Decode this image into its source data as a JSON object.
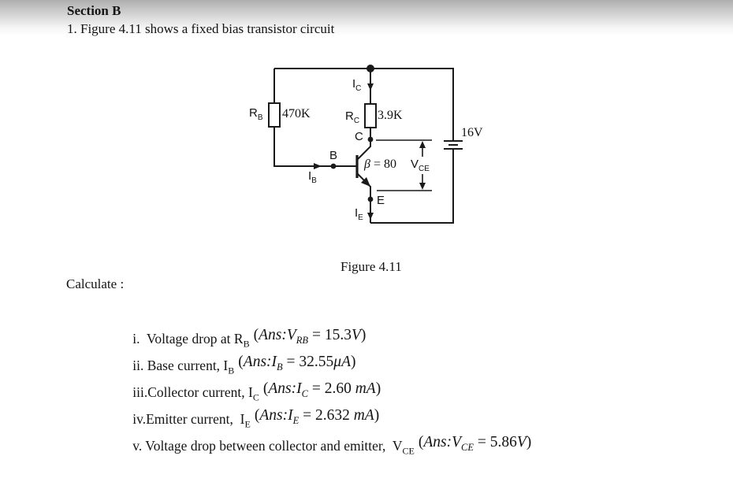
{
  "header": {
    "section": "Section B",
    "question": "1. Figure 4.11 shows a fixed bias transistor circuit"
  },
  "figure": {
    "caption": "Figure 4.11",
    "labels": {
      "rb": {
        "base": "R",
        "sub": "B"
      },
      "rb_value": "470K",
      "rc": {
        "base": "R",
        "sub": "C"
      },
      "rc_value": "3.9K",
      "ic": {
        "base": "I",
        "sub": "C"
      },
      "ib": {
        "base": "I",
        "sub": "B"
      },
      "ie": {
        "base": "I",
        "sub": "E"
      },
      "b": "B",
      "c": "C",
      "e": "E",
      "beta": {
        "symbol": "β",
        "rest": " = 80"
      },
      "vce": {
        "base": "V",
        "sub": "CE"
      },
      "supply": "16V"
    }
  },
  "calculate_label": "Calculate :",
  "ans_common": {
    "open": "(",
    "label": "Ans:",
    "eq": " = ",
    "close": ")"
  },
  "items": [
    {
      "num": "i.",
      "text": "  Voltage drop at R",
      "text_sub": "B",
      "ans": {
        "var": "V",
        "sub": "RB",
        "value": "15.3",
        "unit": "V"
      }
    },
    {
      "num": "ii.",
      "text": " Base current, I",
      "text_sub": "B",
      "ans": {
        "var": "I",
        "sub": "B",
        "value": "32.55",
        "unit": "μA"
      }
    },
    {
      "num": "iii.",
      "text": "Collector current, I",
      "text_sub": "C",
      "ans": {
        "var": "I",
        "sub": "C",
        "value": "2.60",
        "unit": " mA"
      }
    },
    {
      "num": "iv.",
      "text": "Emitter current,  I",
      "text_sub": "E",
      "ans": {
        "var": "I",
        "sub": "E",
        "value": "2.632",
        "unit": " mA"
      }
    },
    {
      "num": "v.",
      "text": " Voltage drop between collector and emitter,  V",
      "text_sub": "CE",
      "ans": {
        "var": "V",
        "sub": "CE",
        "value": "5.86",
        "unit": "V"
      }
    }
  ]
}
